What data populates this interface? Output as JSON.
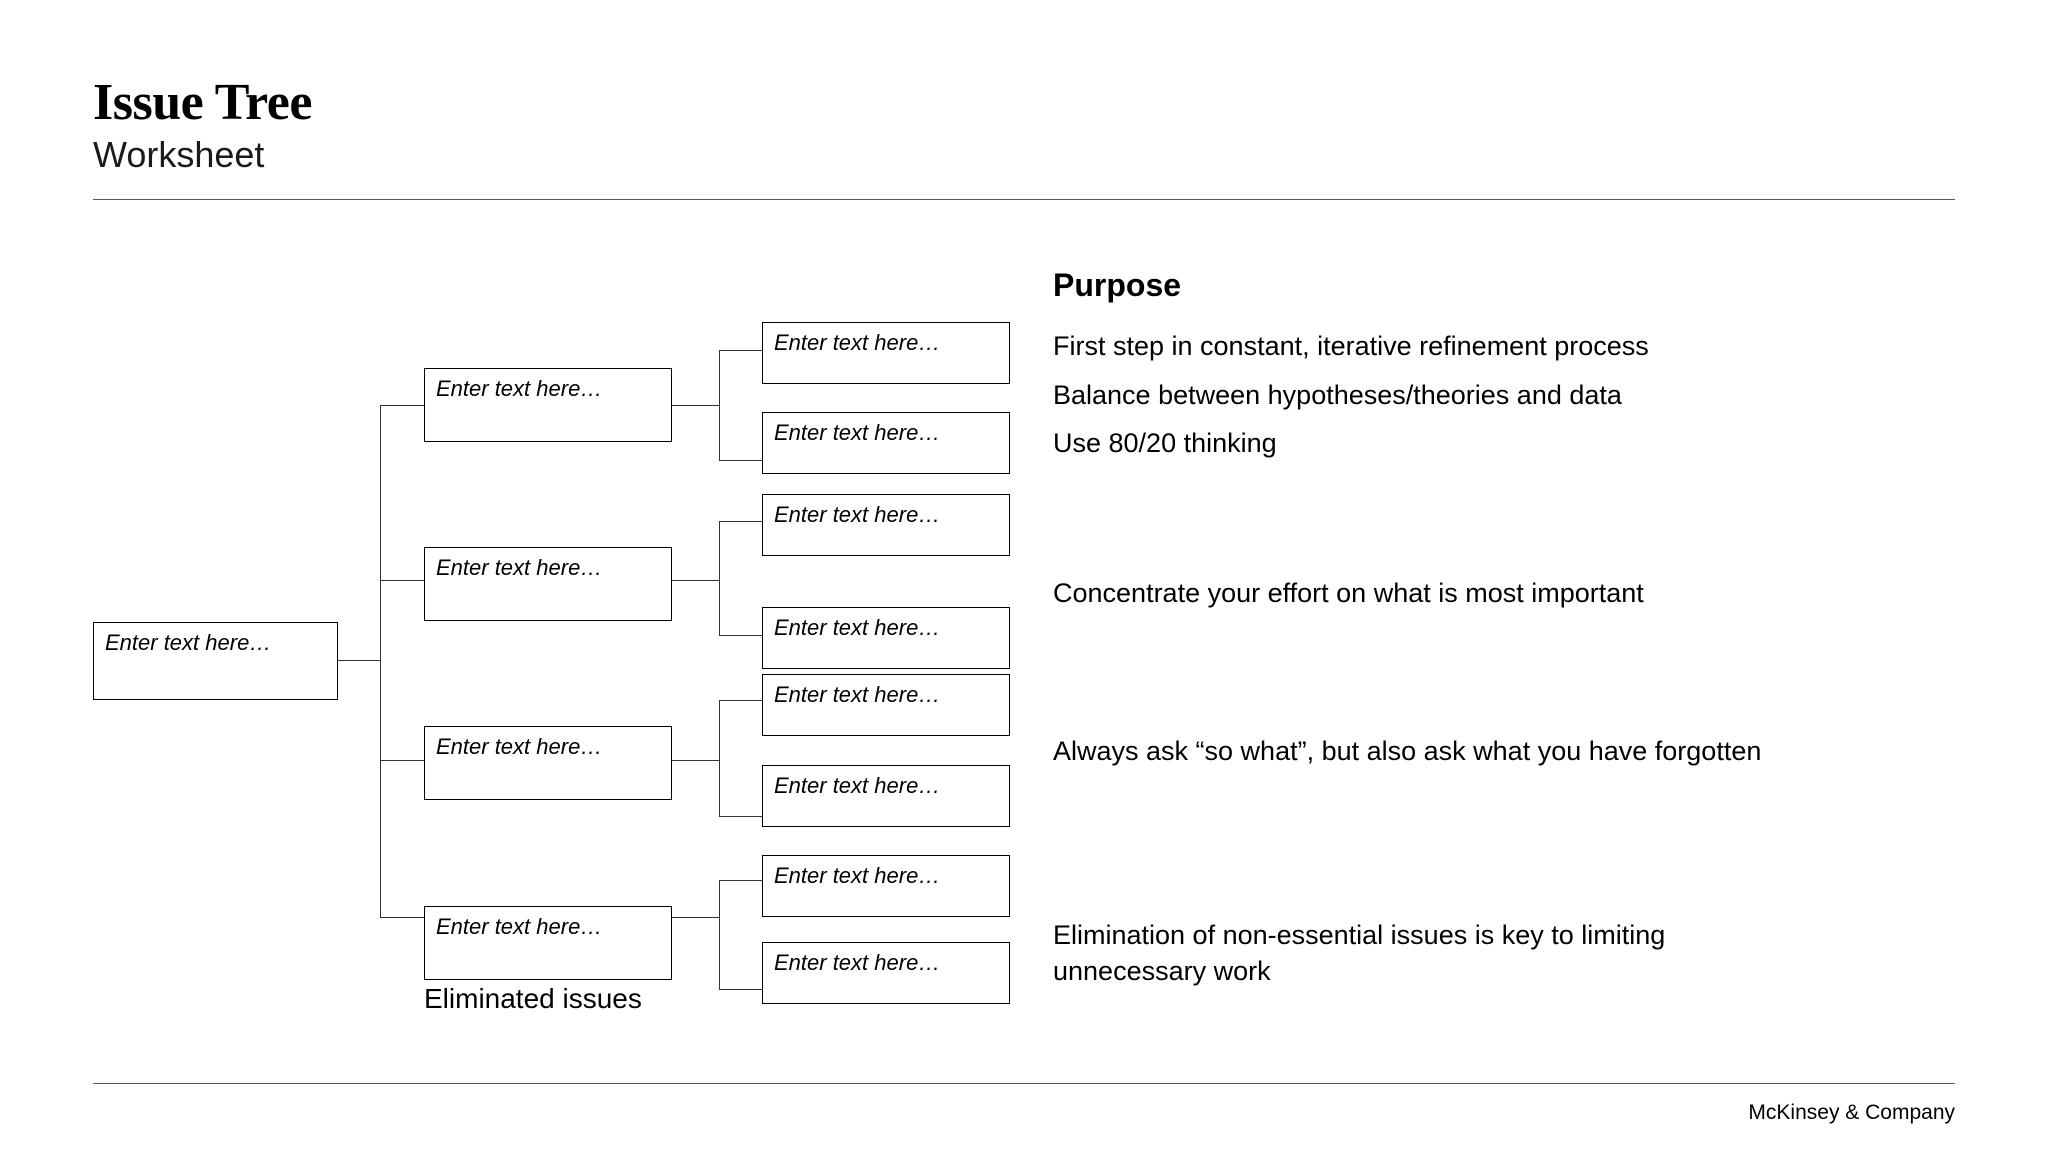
{
  "header": {
    "title": "Issue Tree",
    "subtitle": "Worksheet"
  },
  "footer": {
    "brand": "McKinsey & Company"
  },
  "tree": {
    "placeholder": "Enter text here…",
    "eliminated_label": "Eliminated issues",
    "root": {
      "text": "Enter text here…"
    },
    "branches": [
      {
        "parent": {
          "text": "Enter text here…"
        },
        "children": [
          {
            "text": "Enter text here…"
          },
          {
            "text": "Enter text here…"
          }
        ]
      },
      {
        "parent": {
          "text": "Enter text here…"
        },
        "children": [
          {
            "text": "Enter text here…"
          },
          {
            "text": "Enter text here…"
          }
        ]
      },
      {
        "parent": {
          "text": "Enter text here…"
        },
        "children": [
          {
            "text": "Enter text here…"
          },
          {
            "text": "Enter text here…"
          }
        ]
      },
      {
        "parent": {
          "text": "Enter text here…"
        },
        "children": [
          {
            "text": "Enter text here…"
          },
          {
            "text": "Enter text here…"
          }
        ]
      }
    ]
  },
  "purpose": {
    "heading": "Purpose",
    "lines": [
      "First step in constant, iterative refinement process",
      "Balance between hypotheses/theories and data",
      "Use 80/20 thinking",
      "Concentrate your effort on what is most important",
      "Always ask “so what”, but also ask what you have forgotten",
      "Elimination of non-essential issues is key to limiting unnecessary work"
    ]
  },
  "colors": {
    "ink": "#000000",
    "rule": "#595959",
    "connector": "#333333",
    "box_border": "#000000",
    "background": "#ffffff"
  }
}
